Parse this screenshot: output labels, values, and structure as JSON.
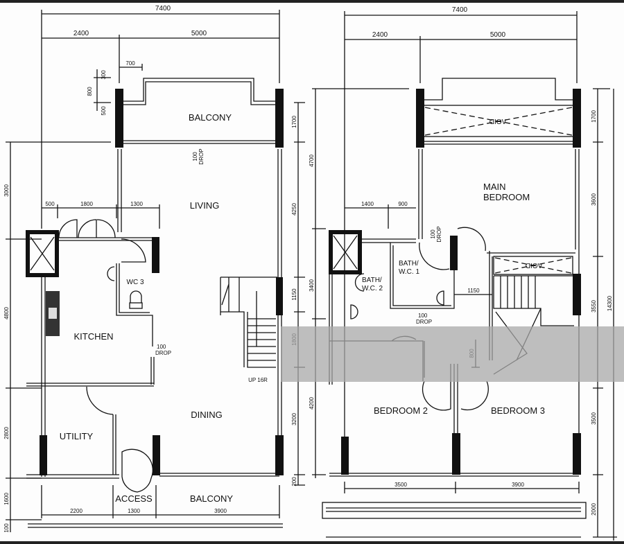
{
  "ground_floor": {
    "dims_top": {
      "total": "7400",
      "left": "2400",
      "right": "5000",
      "offset": "700"
    },
    "dims_small": {
      "a": "300",
      "b": "800",
      "c": "500"
    },
    "dims_kitchen": {
      "a": "500",
      "b": "1800",
      "c": "1300"
    },
    "dims_left": [
      "3000",
      "4800",
      "2800",
      "1600",
      "100"
    ],
    "dims_right": [
      "1700",
      "4250",
      "1150",
      "1800",
      "3200",
      "200"
    ],
    "dims_bottom": [
      "2200",
      "1300",
      "3900"
    ],
    "rooms": {
      "balcony_top": "BALCONY",
      "living": "LIVING",
      "wc3": "WC 3",
      "kitchen": "KITCHEN",
      "dining": "DINING",
      "utility": "UTILITY",
      "access": "ACCESS",
      "balcony_bottom": "BALCONY"
    },
    "notes": {
      "drop_num": "100",
      "drop": "DROP",
      "stairs": "UP 16R"
    }
  },
  "upper_floor": {
    "dims_top": {
      "total": "7400",
      "left": "2400",
      "right": "5000"
    },
    "dims_bath": {
      "a": "1400",
      "b": "900"
    },
    "dims_left": [
      "4700",
      "3400",
      "4200"
    ],
    "dims_right": [
      "1700",
      "3600",
      "3550",
      "3500",
      "2000"
    ],
    "dims_total": "14300",
    "dims_bottom": [
      "3500",
      "3900"
    ],
    "dims_misc": {
      "landing": "1150",
      "passage": "800"
    },
    "rooms": {
      "void_top": "VOID",
      "main_bedroom_1": "MAIN",
      "main_bedroom_2": "BEDROOM",
      "bath1_1": "BATH/",
      "bath1_2": "W.C. 1",
      "bath2_1": "BATH/",
      "bath2_2": "W.C. 2",
      "void_mid": "VOID",
      "bedroom2": "BEDROOM 2",
      "bedroom3": "BEDROOM 3"
    },
    "notes": {
      "drop_num": "100",
      "drop": "DROP"
    }
  }
}
